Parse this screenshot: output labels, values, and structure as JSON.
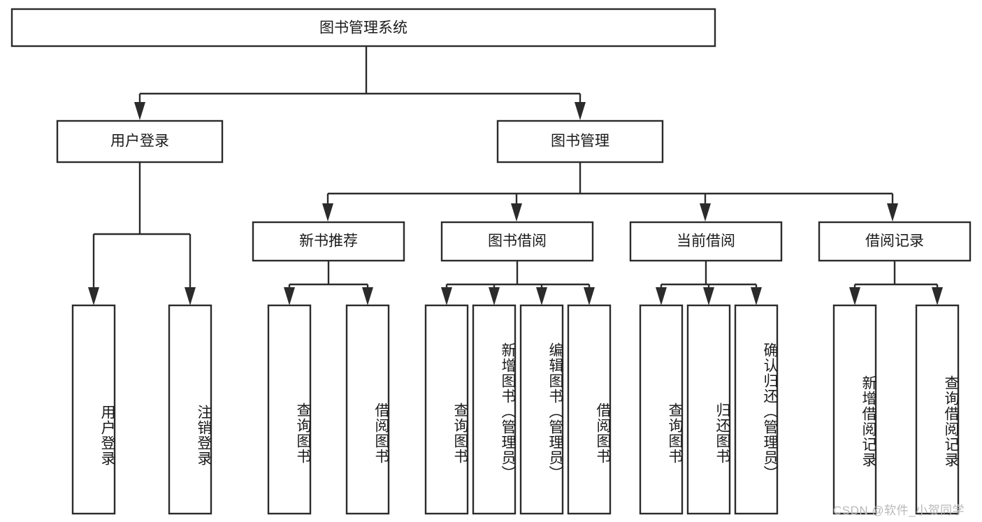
{
  "diagram": {
    "title": "图书管理系统",
    "type": "hierarchy-tree",
    "watermark": "CSDN @软件_小贺同学",
    "root": {
      "label": "图书管理系统"
    },
    "level2": [
      {
        "label": "用户登录"
      },
      {
        "label": "图书管理"
      }
    ],
    "level3": [
      {
        "label": "新书推荐"
      },
      {
        "label": "图书借阅"
      },
      {
        "label": "当前借阅"
      },
      {
        "label": "借阅记录"
      }
    ],
    "leaves": {
      "user_login": [
        {
          "label": "用户登录"
        },
        {
          "label": "注销登录"
        }
      ],
      "new_book_recommend": [
        {
          "label": "查询图书"
        },
        {
          "label": "借阅图书"
        }
      ],
      "book_borrow": [
        {
          "label": "查询图书"
        },
        {
          "label": "新增图书（管理员）"
        },
        {
          "label": "编辑图书（管理员）"
        },
        {
          "label": "借阅图书"
        }
      ],
      "current_borrow": [
        {
          "label": "查询图书"
        },
        {
          "label": "归还图书"
        },
        {
          "label": "确认归还（管理员）"
        }
      ],
      "borrow_record": [
        {
          "label": "新增借阅记录"
        },
        {
          "label": "查询借阅记录"
        }
      ]
    },
    "colors": {
      "stroke": "#2b2b2b",
      "fill": "#ffffff",
      "text": "#1a1a1a",
      "watermark": "#b9b9b9"
    }
  }
}
